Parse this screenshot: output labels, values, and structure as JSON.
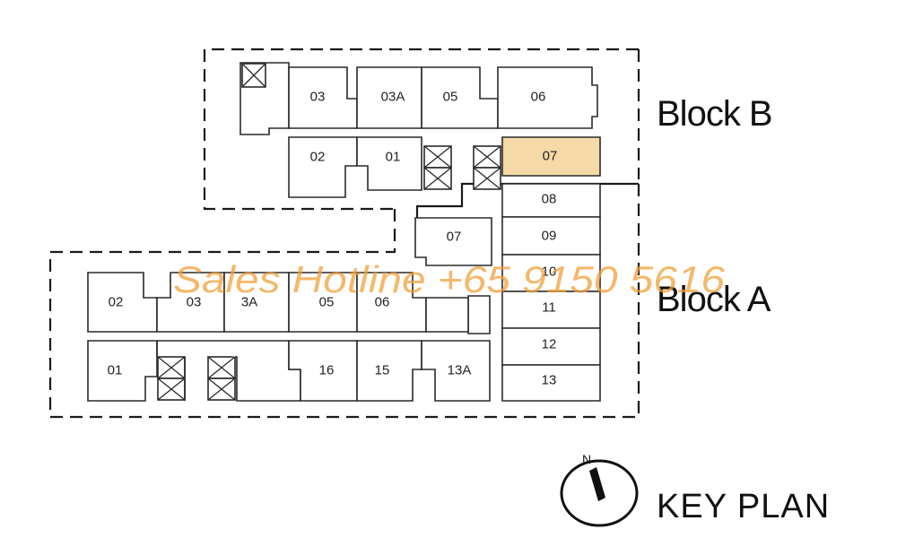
{
  "block_b": {
    "label": "Block B",
    "units": {
      "b03": "03",
      "b03a": "03A",
      "b05": "05",
      "b06": "06",
      "b02": "02",
      "b01": "01",
      "b07": "07"
    }
  },
  "block_a": {
    "label": "Block A",
    "units": {
      "a08": "08",
      "a09": "09",
      "a10": "10",
      "a11": "11",
      "a12": "12",
      "a13": "13",
      "a07": "07",
      "a02": "02",
      "a03": "03",
      "a3a": "3A",
      "a05": "05",
      "a06": "06",
      "a01": "01",
      "a16": "16",
      "a15": "15",
      "a13a": "13A"
    }
  },
  "highlighted_unit": "Block B 07",
  "colors": {
    "highlight": "#f5d9a6",
    "watermark": "#f0a03a"
  },
  "watermark": "Sales Hotline +65 9150 5616",
  "key_plan": {
    "label": "KEY PLAN",
    "north": "N"
  }
}
